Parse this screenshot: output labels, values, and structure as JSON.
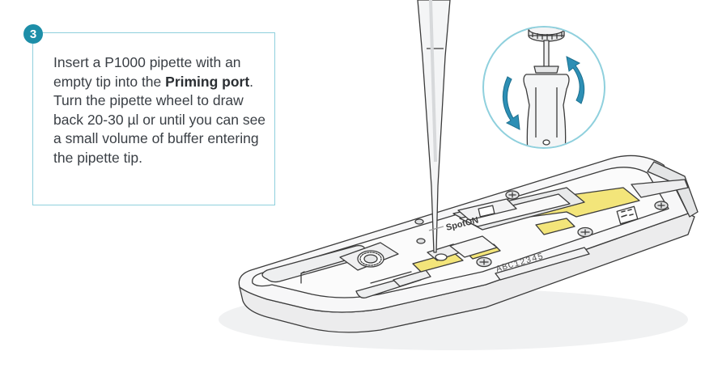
{
  "step": {
    "number": "3",
    "text_before": "Insert a P1000 pipette with an empty tip into the ",
    "bold": "Priming port",
    "text_after": ". Turn the pipette wheel to draw back 20-30 µl or until you can see a small volume of buffer entering the pipette tip."
  },
  "device": {
    "brand_text": "SpotON",
    "serial_text": "ABC12345"
  },
  "colors": {
    "accent": "#1d8ea8",
    "card_border": "#8fd0dd",
    "highlight_yellow": "#f3e57a",
    "outline": "#3b3b3b"
  },
  "icons": [
    "step-number-badge",
    "pipette",
    "pipette-wheel-zoom",
    "rotation-arrows-icon",
    "flow-cell-device"
  ]
}
